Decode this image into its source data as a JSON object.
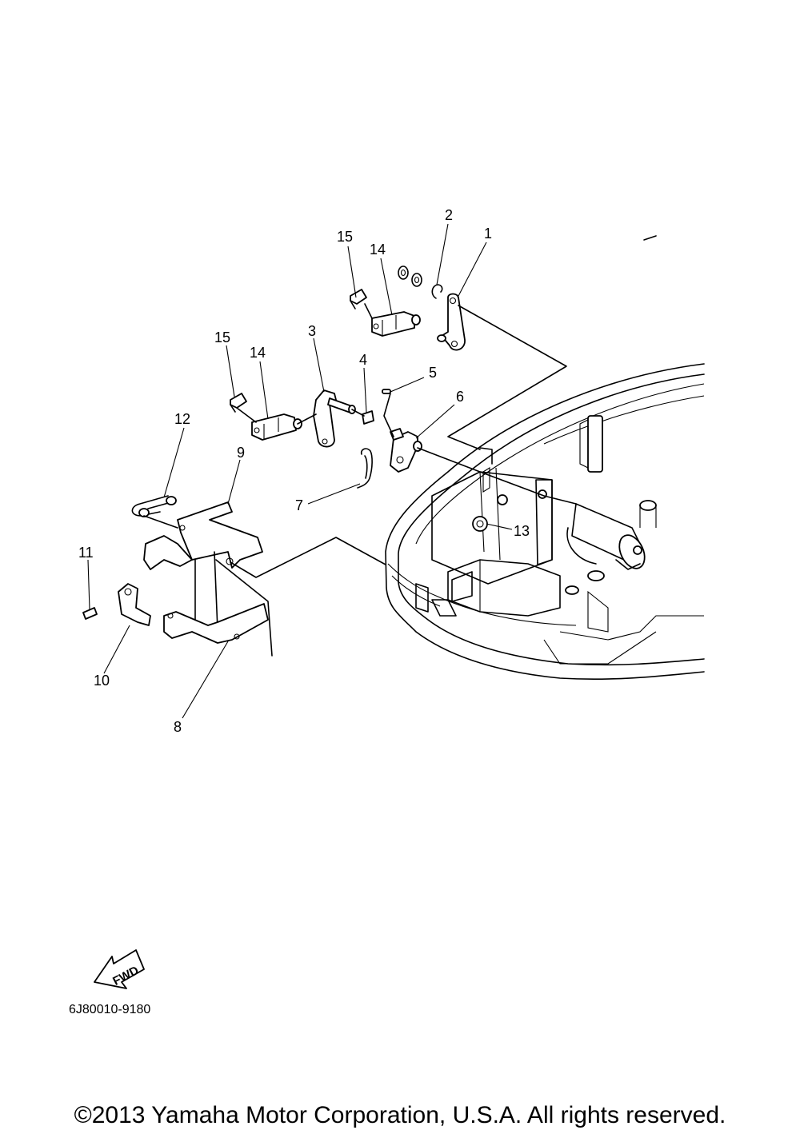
{
  "diagram": {
    "part_labels": [
      "1",
      "2",
      "3",
      "4",
      "5",
      "6",
      "7",
      "8",
      "9",
      "10",
      "11",
      "12",
      "13",
      "14",
      "14",
      "15",
      "15"
    ],
    "direction_tag": "FWD",
    "drawing_code": "6J80010-9180"
  },
  "footer": {
    "copyright": "©2013 Yamaha Motor Corporation, U.S.A. All rights reserved."
  }
}
